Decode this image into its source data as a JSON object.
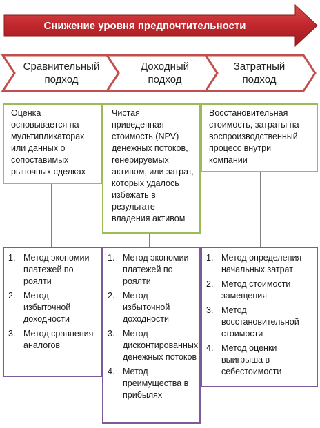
{
  "banner": {
    "label": "Снижение уровня предпочтительности",
    "color": "#c0272d"
  },
  "approaches": [
    {
      "title_line1": "Сравнительный",
      "title_line2": "подход",
      "description": "Оценка основывается на мультипликаторах или данных о сопоставимых рыночных сделках",
      "methods": [
        {
          "num": "1.",
          "text": "Метод экономии платежей по роялти"
        },
        {
          "num": "2.",
          "text": "Метод избыточной доходности"
        },
        {
          "num": "3.",
          "text": "Метод сравнения аналогов"
        }
      ]
    },
    {
      "title_line1": "Доходный",
      "title_line2": "подход",
      "description": "Чистая приведенная стоимость (NPV) денежных потоков, генерируемых активом, или затрат, которых удалось избежать в результате владения активом",
      "methods": [
        {
          "num": "1.",
          "text": "Метод экономии платежей по роялти"
        },
        {
          "num": "2.",
          "text": "Метод избыточной доходности"
        },
        {
          "num": "3.",
          "text": "Метод дисконтированных денежных потоков"
        },
        {
          "num": "4.",
          "text": "Метод преимущества в прибылях"
        }
      ]
    },
    {
      "title_line1": "Затратный",
      "title_line2": "подход",
      "description": "Восстановительная стоимость, затраты на воспроизводственный процесс внутри компании",
      "methods": [
        {
          "num": "1.",
          "text": "Метод определения начальных затрат"
        },
        {
          "num": "2.",
          "text": "Метод стоимости замещения"
        },
        {
          "num": "3.",
          "text": "Метод восстановительной стоимости"
        },
        {
          "num": "4.",
          "text": "Метод оценки выигрыша в себестоимости"
        }
      ]
    }
  ],
  "colors": {
    "chevron_border": "#c0504d",
    "description_border": "#9bbb59",
    "methods_border": "#7b5a9b",
    "connector": "#7f7f7f"
  }
}
